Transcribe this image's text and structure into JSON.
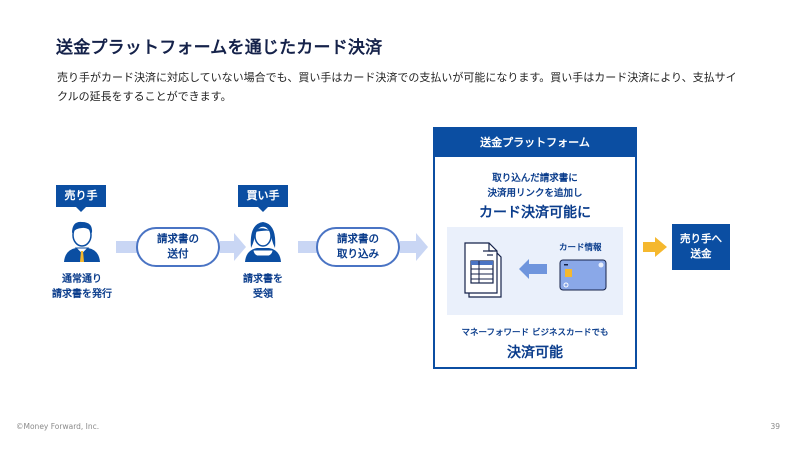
{
  "slide": {
    "title": "送金プラットフォームを通じたカード決済",
    "description": "売り手がカード決済に対応していない場合でも、買い手はカード決済での支払いが可能になります。買い手はカード決済により、支払サイクルの延長をすることができます。"
  },
  "flow": {
    "seller": {
      "tag": "売り手",
      "caption_line1": "通常通り",
      "caption_line2": "請求書を発行"
    },
    "step_send": {
      "line1": "請求書の",
      "line2": "送付"
    },
    "buyer": {
      "tag": "買い手",
      "caption_line1": "請求書を",
      "caption_line2": "受領"
    },
    "step_import": {
      "line1": "請求書の",
      "line2": "取り込み"
    },
    "platform": {
      "header": "送金プラットフォーム",
      "text_line1": "取り込んだ請求書に",
      "text_line2": "決済用リンクを追加し",
      "headline": "カード決済可能に",
      "card_label": "カード情報",
      "note": "マネーフォワード ビジネスカードでも",
      "note_headline": "決済可能"
    },
    "remit": {
      "line1": "売り手へ",
      "line2": "送金"
    }
  },
  "colors": {
    "brand_blue": "#0b4ea2",
    "light_arrow": "#c9d6f4",
    "accent_yellow": "#f5b82e",
    "card_blue": "#8aa8e8"
  },
  "footer": {
    "copyright": "©Money Forward, Inc.",
    "page_number": "39"
  }
}
